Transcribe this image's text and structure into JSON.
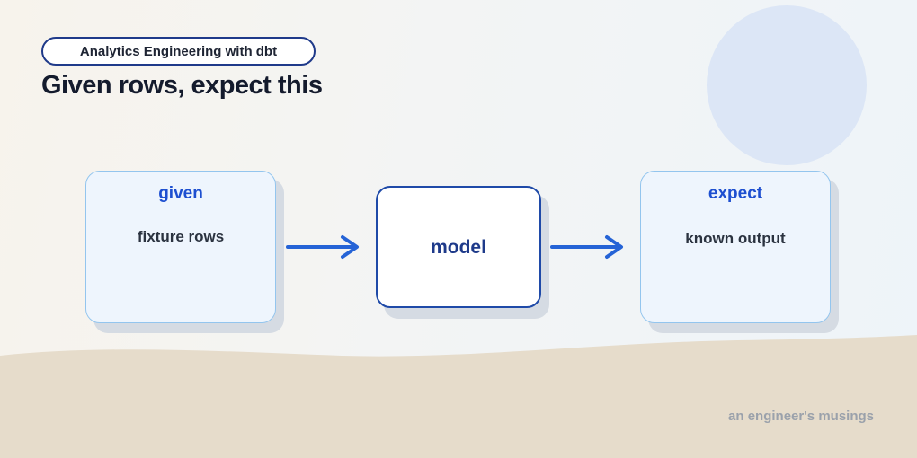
{
  "header": {
    "tag_label": "Analytics Engineering with dbt",
    "title": "Given rows, expect this"
  },
  "diagram": {
    "given": {
      "heading": "given",
      "body": "fixture rows"
    },
    "model": {
      "label": "model"
    },
    "expect": {
      "heading": "expect",
      "body": "known output"
    }
  },
  "footer": {
    "signature": "an engineer's musings"
  },
  "colors": {
    "accent": "#1d4fd0",
    "arrow": "#2563d6",
    "model_border": "#1f4aa8",
    "box_fill": "#eef5fd",
    "sand": "#e6dccb",
    "circle": "#dce6f6"
  }
}
